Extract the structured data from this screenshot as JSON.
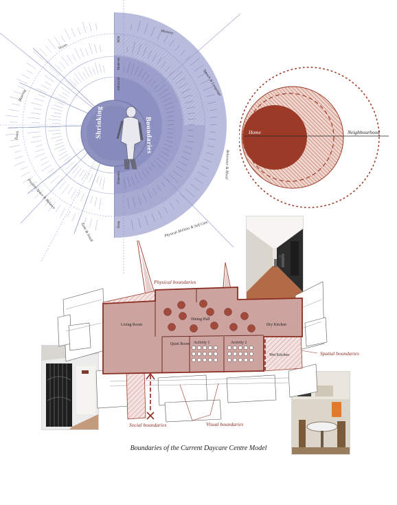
{
  "radial": {
    "center_left": "Shrinking",
    "center_right": "Boundaries",
    "sectors": [
      "Memory",
      "Speech & Language",
      "Behaviour & Mood",
      "Physical Abilities & Self Care",
      "Taste & Smell",
      "Positive Space & Balance",
      "Touch",
      "Hearing",
      "Vision"
    ],
    "levels": [
      "Mild",
      "Moderate",
      "Advanced",
      "Dementia",
      "Deep"
    ]
  },
  "home_diagram": {
    "inner_label": "Home",
    "outer_label": "Neighbourhood"
  },
  "plan": {
    "rooms": [
      "Living Room",
      "Dining Hall",
      "Dry Kitchen",
      "Quiet Room",
      "Activity 1",
      "Activity 2",
      "Wet Kitchen"
    ],
    "annotations": {
      "physical": "Physical boundaries",
      "spatial": "Spatial boundaries",
      "social": "Social boundaries",
      "visual": "Visual boundaries"
    }
  },
  "caption": "Boundaries of the Current Daycare Centre Model",
  "colors": {
    "brick": "#9b3a27",
    "lavender": "#a9acd0",
    "deep_lavender": "#8e92c1",
    "light_lavender": "#c8cae4",
    "plan_fill": "#cfa3a1",
    "line": "#3b3b3b"
  }
}
